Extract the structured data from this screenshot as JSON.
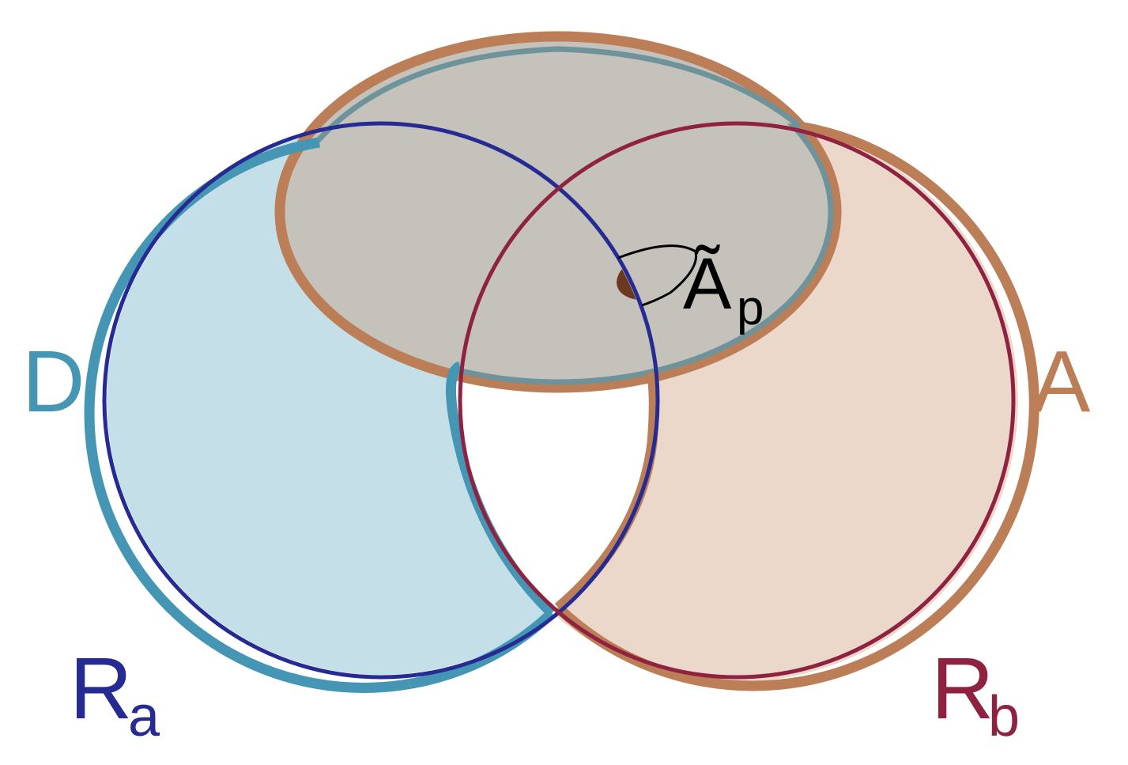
{
  "diagram": {
    "labels": {
      "D": "D",
      "A": "A",
      "Ra_main": "R",
      "Ra_sub": "a",
      "Rb_main": "R",
      "Rb_sub": "b",
      "Ap_main": "Ã",
      "Ap_sub": "p"
    },
    "colors": {
      "D_stroke": "#4596b5",
      "D_fill": "#c5dfe8",
      "A_stroke": "#bb7e56",
      "A_fill": "#ebd8cb",
      "overlap_fill": "#c4c2bb",
      "overlap_stroke": "#6f939a",
      "Ra_stroke": "#262b94",
      "Rb_stroke": "#8e2240",
      "Ap_fill": "#6b3a1e",
      "Ap_stroke": "#000000",
      "text_black": "#000000"
    }
  }
}
